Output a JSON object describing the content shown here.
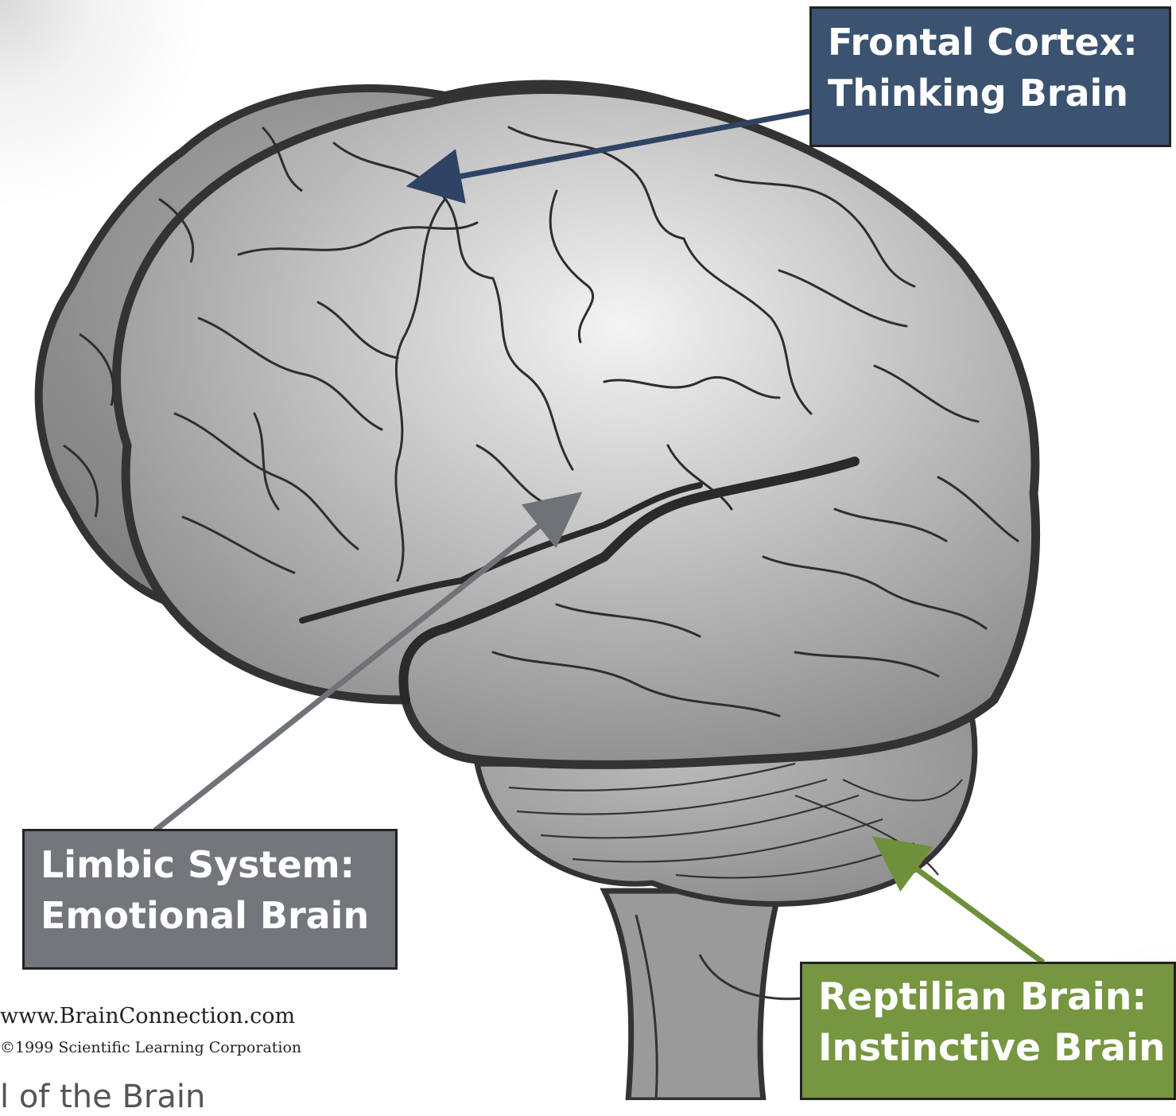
{
  "labels": {
    "frontal": {
      "line1": "Frontal Cortex:",
      "line2": "Thinking Brain",
      "color": "#3b5270"
    },
    "limbic": {
      "line1": "Limbic System:",
      "line2": "Emotional Brain",
      "color": "#73767b"
    },
    "reptilian": {
      "line1": "Reptilian Brain:",
      "line2": "Instinctive Brain",
      "color": "#76963f"
    }
  },
  "credit": {
    "site": "www.BrainConnection.com",
    "copyright": "©1999 Scientific Learning Corporation"
  },
  "caption": "l of the Brain"
}
